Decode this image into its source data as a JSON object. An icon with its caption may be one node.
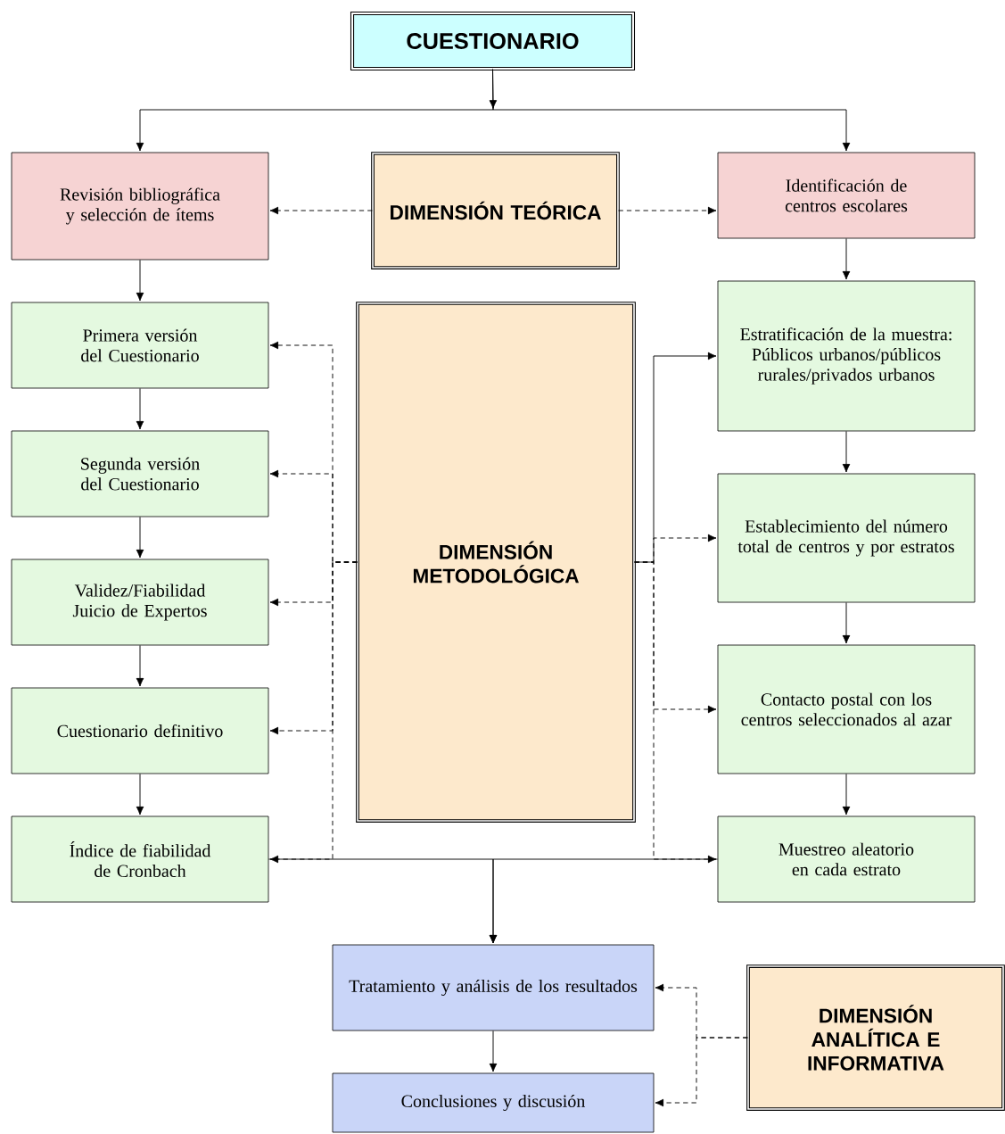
{
  "diagram": {
    "nodes": [
      {
        "text": [
          "CUESTIONARIO"
        ]
      },
      {
        "text": [
          "Revisión bibliográfica y selección de ítems"
        ]
      },
      {
        "text": [
          "DIMENSIÓN TEÓRICA"
        ]
      },
      {
        "text": [
          "Identificación de centros escolares"
        ]
      },
      {
        "text": [
          "Primera versión del Cuestionario"
        ]
      },
      {
        "text": [
          "DIMENSIÓN METODOLÓGICA"
        ]
      },
      {
        "text": [
          "Estratificación de la muestra: Públicos urbanos/públicos rurales/privados urbanos"
        ]
      },
      {
        "text": [
          "Segunda versión del Cuestionario"
        ]
      },
      {
        "text": [
          "Establecimiento del número total de centros y por estratos"
        ]
      },
      {
        "text": [
          "Validez/Fiabilidad Juicio de Expertos"
        ]
      },
      {
        "text": [
          "Contacto postal con los centros seleccionados al azar"
        ]
      },
      {
        "text": [
          "Cuestionario definitivo"
        ]
      },
      {
        "text": [
          "Índice de fiabilidad de Cronbach"
        ]
      },
      {
        "text": [
          "Muestreo aleatorio en cada estrato"
        ]
      },
      {
        "text": [
          "Tratamiento y análisis de los resultados"
        ]
      },
      {
        "text": [
          "DIMENSIÓN ANALÍTICA E INFORMATIVA"
        ]
      },
      {
        "text": [
          "Conclusiones y discusión"
        ]
      }
    ],
    "edges": [
      {
        "from": 0,
        "to": 1,
        "arrow": "to"
      },
      {
        "from": 0,
        "to": 3,
        "arrow": "to"
      },
      {
        "from": 2,
        "to": 1,
        "arrow": "to",
        "style": "dashed"
      },
      {
        "from": 2,
        "to": 3,
        "arrow": "to",
        "style": "dashed"
      },
      {
        "from": 1,
        "to": 4,
        "arrow": "to"
      },
      {
        "from": 4,
        "to": 7,
        "arrow": "to"
      },
      {
        "from": 7,
        "to": 9,
        "arrow": "to"
      },
      {
        "from": 9,
        "to": 11,
        "arrow": "to"
      },
      {
        "from": 11,
        "to": 12,
        "arrow": "to"
      },
      {
        "from": 3,
        "to": 6,
        "arrow": "to"
      },
      {
        "from": 6,
        "to": 8,
        "arrow": "to"
      },
      {
        "from": 8,
        "to": 10,
        "arrow": "to"
      },
      {
        "from": 10,
        "to": 13,
        "arrow": "to"
      },
      {
        "from": 5,
        "to": 4,
        "arrow": "to",
        "style": "dashed"
      },
      {
        "from": 5,
        "to": 7,
        "arrow": "to",
        "style": "dashed"
      },
      {
        "from": 5,
        "to": 9,
        "arrow": "to",
        "style": "dashed"
      },
      {
        "from": 5,
        "to": 11,
        "arrow": "to",
        "style": "dashed"
      },
      {
        "from": 5,
        "to": 12,
        "arrow": "to",
        "style": "dashed"
      },
      {
        "from": 5,
        "to": 6,
        "arrow": "to"
      },
      {
        "from": 5,
        "to": 8,
        "arrow": "to",
        "style": "dashed"
      },
      {
        "from": 5,
        "to": 10,
        "arrow": "to",
        "style": "dashed"
      },
      {
        "from": 5,
        "to": 13,
        "arrow": "to",
        "style": "dashed"
      },
      {
        "from": 12,
        "to": 14,
        "arrow": "to"
      },
      {
        "from": 13,
        "to": 14,
        "arrow": "to"
      },
      {
        "from": 14,
        "to": 16,
        "arrow": "to"
      },
      {
        "from": 15,
        "to": 14,
        "arrow": "to",
        "style": "dashed"
      },
      {
        "from": 15,
        "to": 16,
        "arrow": "to",
        "style": "dashed"
      }
    ]
  }
}
